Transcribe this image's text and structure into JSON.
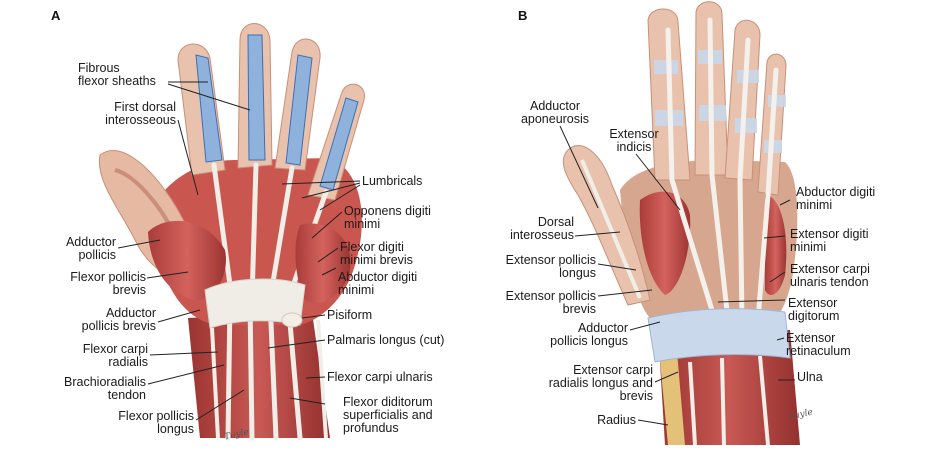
{
  "panels": {
    "a": "A",
    "b": "B"
  },
  "labels_a": {
    "fibrous_flexor_sheaths": "Fibrous\nflexor sheaths",
    "first_dorsal_interosseous": "First dorsal\ninterosseous",
    "lumbricals": "Lumbricals",
    "opponens_digiti_minimi": "Opponens digiti\nminimi",
    "flexor_digiti_minimi_brevis": "Flexor digiti\nminimi brevis",
    "abductor_digiti_minimi": "Abductor digiti\nminimi",
    "adductor_pollicis": "Adductor\npollicis",
    "flexor_pollicis_brevis": "Flexor pollicis\nbrevis",
    "adductor_pollicis_brevis": "Adductor\npollicis brevis",
    "pisiform": "Pisiform",
    "palmaris_longus": "Palmaris longus (cut)",
    "flexor_carpi_radialis": "Flexor carpi\nradialis",
    "brachioradialis_tendon": "Brachioradialis\ntendon",
    "flexor_carpi_ulnaris": "Flexor carpi ulnaris",
    "flexor_pollicis_longus": "Flexor pollicis\nlongus",
    "flexor_digitorum": "Flexor diditorum\nsuperficialis and\nprofundus"
  },
  "labels_b": {
    "adductor_aponeurosis": "Adductor\naponeurosis",
    "extensor_indicis": "Extensor\nindicis",
    "abductor_digiti_minimi": "Abductor digiti\nminimi",
    "dorsal_interosseus": "Dorsal\ninterosseus",
    "extensor_digiti_minimi": "Extensor digiti\nminimi",
    "extensor_pollicis_longus": "Extensor pollicis\nlongus",
    "extensor_carpi_ulnaris": "Extensor carpi\nulnaris tendon",
    "extensor_pollicis_brevis": "Extensor pollicis\nbrevis",
    "extensor_digitorum": "Extensor\ndigitorum",
    "adductor_pollicis_longus": "Adductor\npollicis longus",
    "extensor_retinaculum": "Extensor\nretinaculum",
    "extensor_carpi_radialis": "Extensor carpi\nradialis longus and\nbrevis",
    "ulna": "Ulna",
    "radius": "Radius"
  },
  "signature": "Tuyle",
  "colors": {
    "skin": "#eccbb7",
    "skin_dark": "#c98f79",
    "muscle": "#c0504d",
    "muscle_dark": "#8e2a28",
    "tendon": "#f1eee8",
    "sheath": "#8fb2dd",
    "sheath_dark": "#3e6fb4",
    "retinaculum": "#c9d8ea",
    "fat": "#e3c179",
    "leader": "#222222"
  }
}
